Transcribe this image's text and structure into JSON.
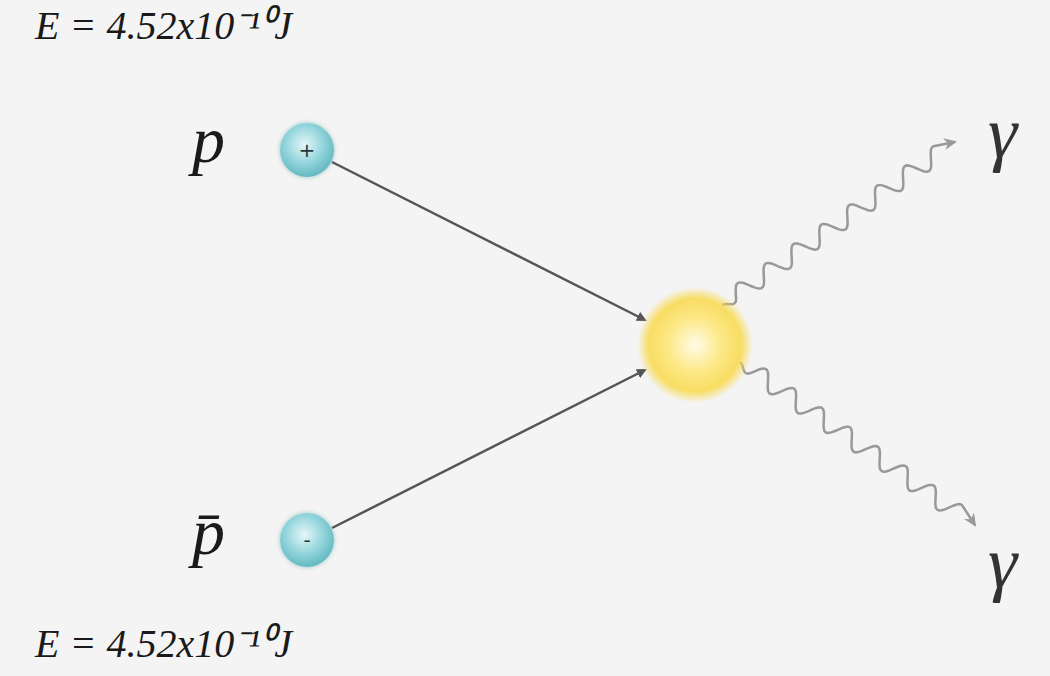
{
  "diagram": {
    "nodes": [
      {
        "text": [
          "+"
        ]
      },
      {
        "text": [
          "-"
        ]
      }
    ],
    "labels": [
      "E = 4.52x10⁻¹⁰J",
      "p",
      "γ",
      "γ",
      "p̄",
      "E = 4.52x10⁻¹⁰J"
    ]
  }
}
